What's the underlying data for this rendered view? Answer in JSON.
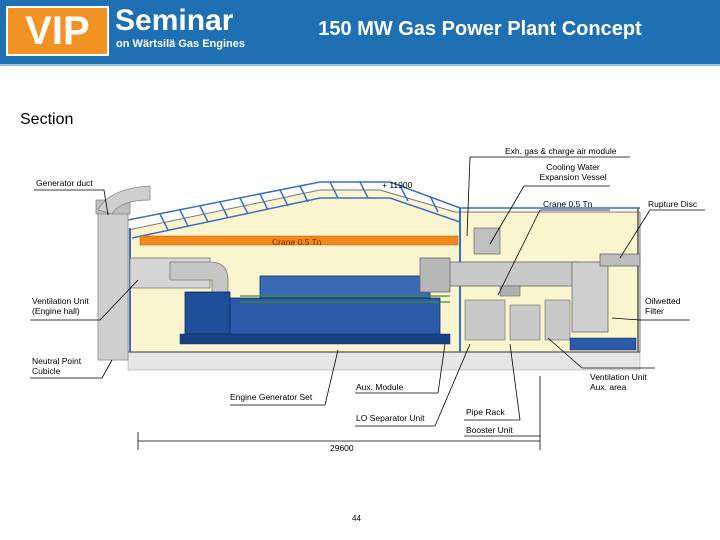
{
  "header": {
    "logo_text": "VIP",
    "brand": "Seminar",
    "subtitle": "on Wärtsilä Gas Engines",
    "title": "150 MW Gas Power Plant Concept"
  },
  "section_label": "Section",
  "labels": {
    "exh_gas": "Exh. gas & charge air module",
    "cooling_water": "Cooling Water Expansion Vessel",
    "generator_duct": "Generator duct",
    "elevation": "+ 11900",
    "crane_top": "Crane 0.5 Tn",
    "rupture_disc": "Rupture Disc",
    "crane_beam": "Crane 0.5 Tn",
    "ventilation_engine": "Ventilation Unit (Engine hall)",
    "oilwetted": "Oilwetted Filter",
    "neutral_point": "Neutral Point Cubicle",
    "ventilation_aux": "Ventilation Unit Aux. area",
    "engine_generator": "Engine Generator Set",
    "aux_module": "Aux. Module",
    "lo_separator": "LO Separator Unit",
    "pipe_rack": "Pipe Rack",
    "booster_unit": "Booster Unit",
    "dimension": "29600",
    "page": "44"
  },
  "colors": {
    "header_blue": "#1f6fb3",
    "vip_orange": "#f29222",
    "hall_fill": "#fbf5cf",
    "crane_beam": "#f08a1c",
    "engine_blue": "#2a5aa8",
    "generator_blue": "#1d4f9a",
    "duct_gray": "#c8c8c8",
    "truss_blue": "#3a6fc0"
  }
}
